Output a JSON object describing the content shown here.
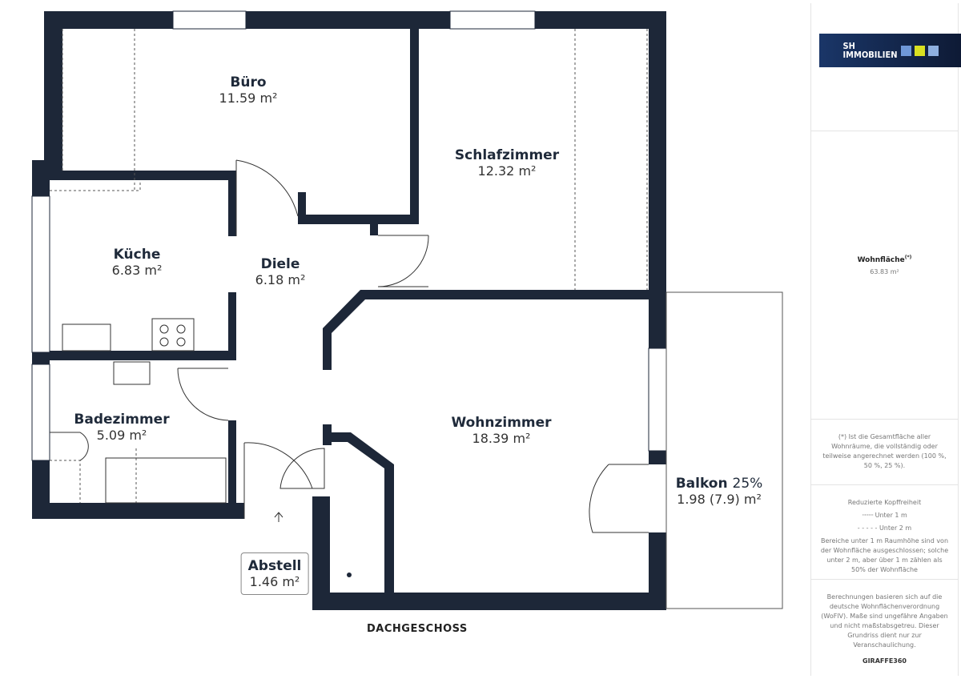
{
  "floor_label": "DACHGESCHOSS",
  "rooms": [
    {
      "name": "Büro",
      "area": "11.59 m²"
    },
    {
      "name": "Schlafzimmer",
      "area": "12.32 m²"
    },
    {
      "name": "Küche",
      "area": "6.83 m²"
    },
    {
      "name": "Diele",
      "area": "6.18 m²"
    },
    {
      "name": "Badezimmer",
      "area": "5.09 m²"
    },
    {
      "name": "Wohnzimmer",
      "area": "18.39 m²"
    },
    {
      "name": "Balkon",
      "suffix": "25%",
      "area": "1.98 (7.9) m²"
    },
    {
      "name": "Abstell",
      "area": "1.46 m²"
    }
  ],
  "sidebar": {
    "logo_line1": "SH",
    "logo_line2": "IMMOBILIEN",
    "logo_colors": [
      "#6f98d8",
      "#d9e021",
      "#8fb0e0"
    ],
    "living_area_label": "Wohnfläche",
    "living_area_sup": "(*)",
    "living_area_value": "63.83 m²",
    "note1": "(*) Ist die Gesamtfläche aller Wohnräume, die vollständig oder teilweise angerechnet werden (100 %, 50 %, 25 %).",
    "headroom_title": "Reduzierte Kopffreiheit",
    "legend_under1": "Unter 1 m",
    "legend_under2": "Unter 2 m",
    "headroom_note": "Bereiche unter 1 m Raumhöhe sind von der Wohnfläche ausgeschlossen; solche unter 2 m, aber über 1 m zählen als 50% der Wohnfläche",
    "note2": "Berechnungen basieren sich auf die deutsche Wohnflächenverordnung (WoFlV). Maße sind ungefähre Angaben und nicht maßstabsgetreu. Dieser Grundriss dient nur zur Veranschaulichung.",
    "brand": "GIRAFFE360"
  }
}
